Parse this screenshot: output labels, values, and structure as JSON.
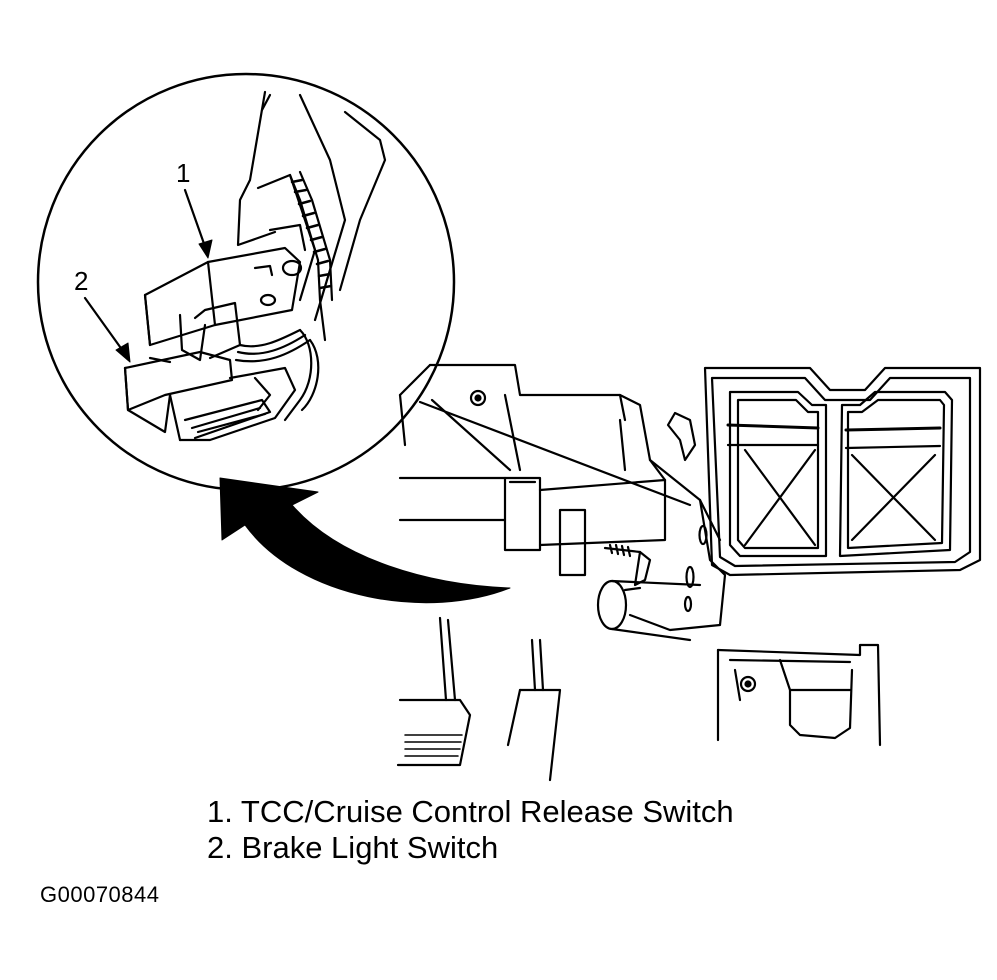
{
  "callouts": {
    "one": "1",
    "two": "2"
  },
  "legend": [
    "1. TCC/Cruise Control Release Switch",
    "2. Brake Light Switch"
  ],
  "figure_id": "G00070844"
}
